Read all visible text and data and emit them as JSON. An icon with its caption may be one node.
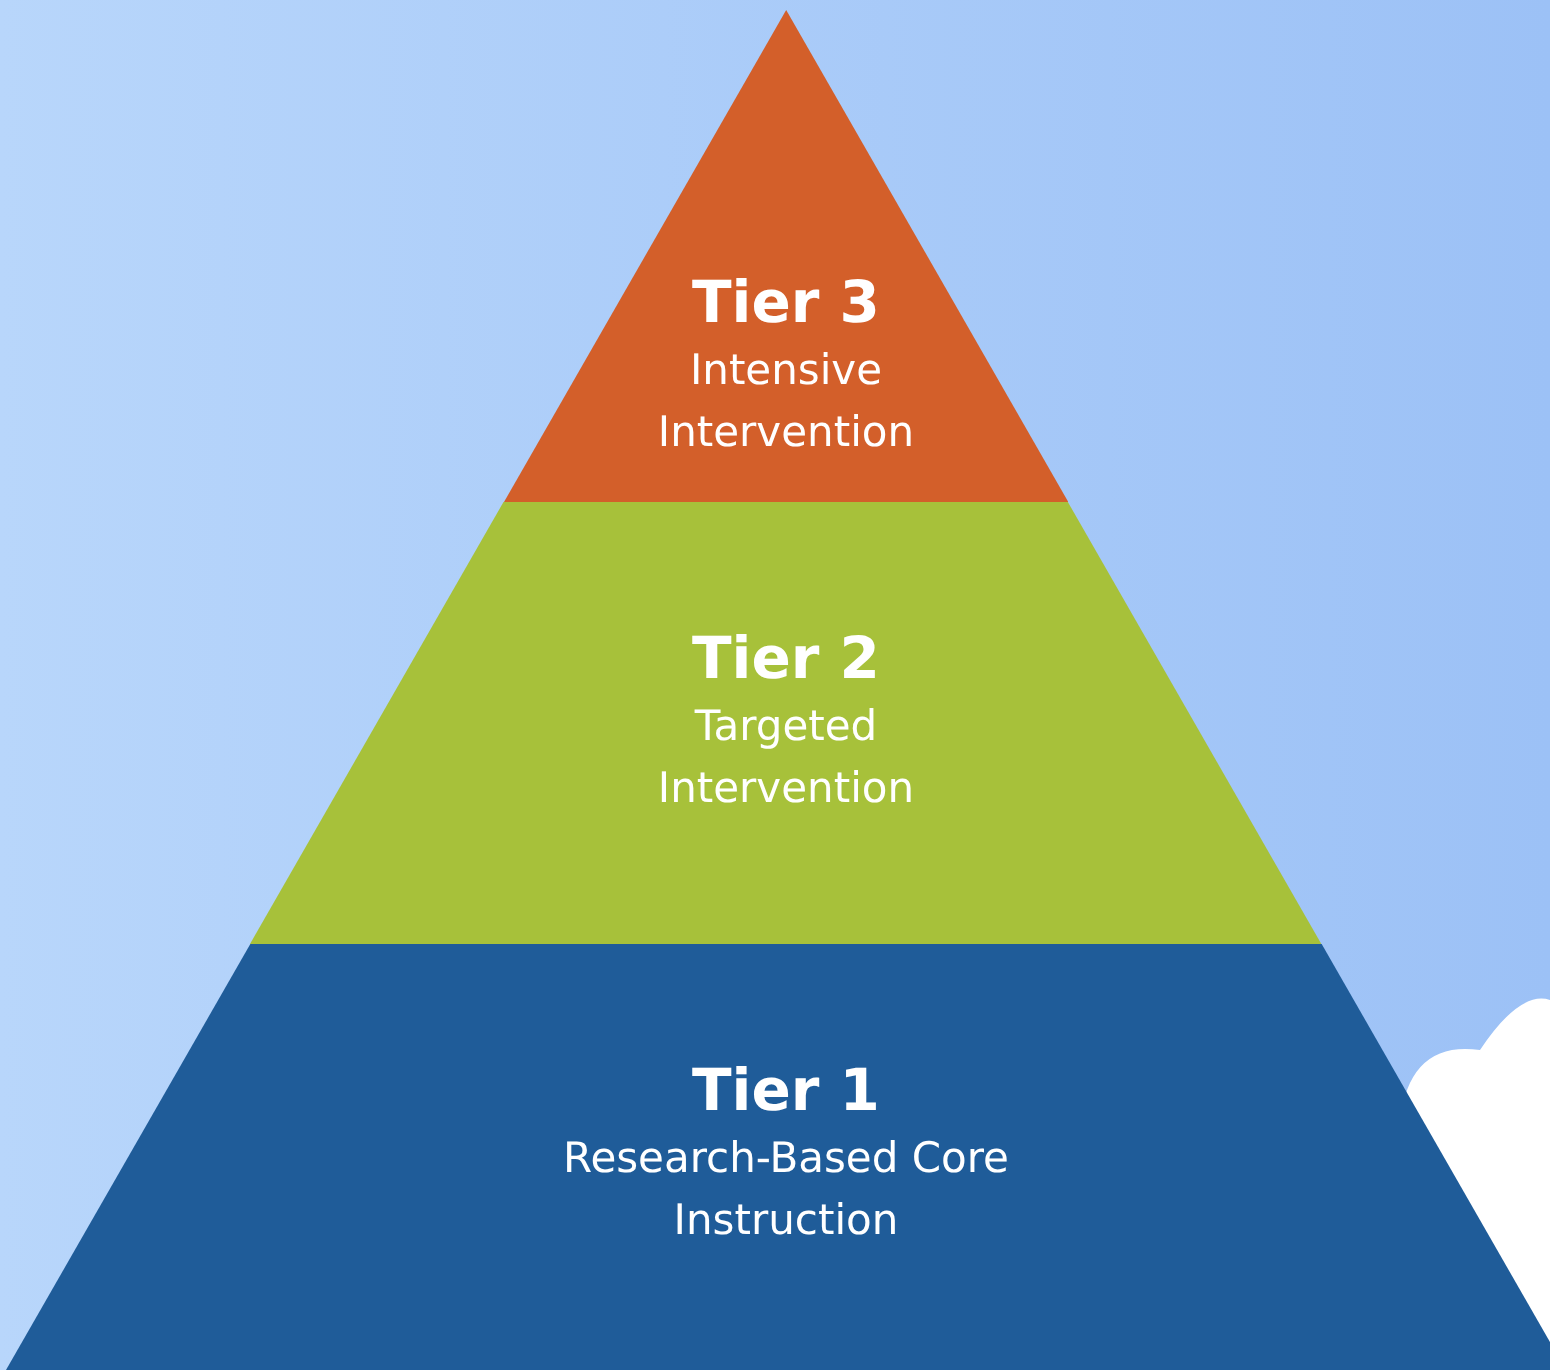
{
  "diagram": {
    "nodes": [
      {
        "text": [
          "Tier 3",
          "Intensive Intervention"
        ]
      },
      {
        "text": [
          "Tier 2",
          "Targeted Intervention"
        ]
      },
      {
        "text": [
          "Tier 1",
          "Research-Based Core Instruction"
        ]
      }
    ]
  }
}
